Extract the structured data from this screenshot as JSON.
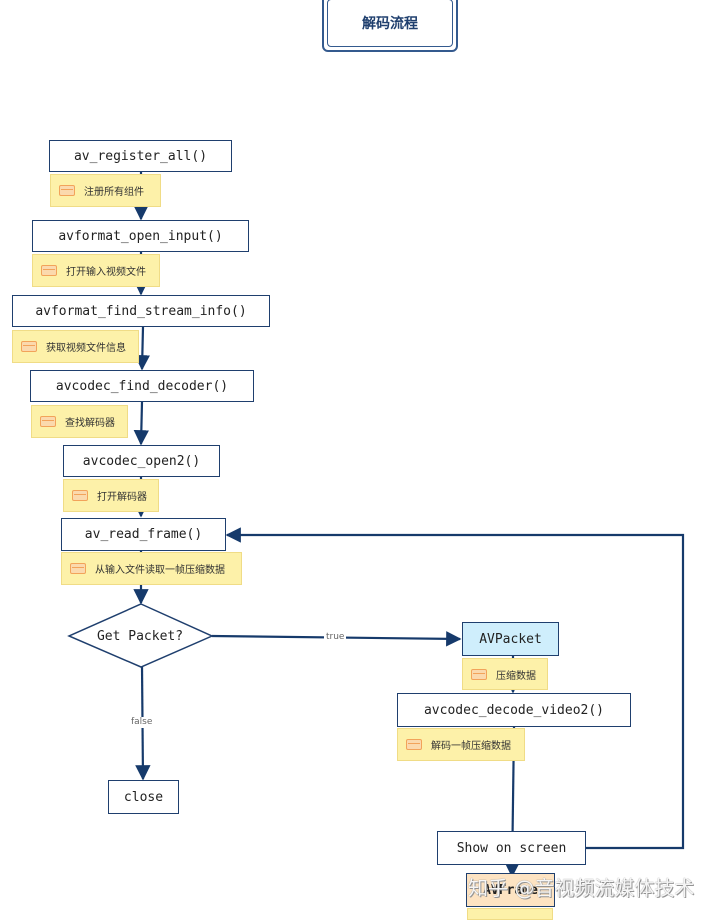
{
  "title": "解码流程",
  "steps": {
    "register": {
      "label": "av_register_all()",
      "note": "注册所有组件"
    },
    "open_input": {
      "label": "avformat_open_input()",
      "note": "打开输入视频文件"
    },
    "find_stream_info": {
      "label": "avformat_find_stream_info()",
      "note": "获取视频文件信息"
    },
    "find_decoder": {
      "label": "avcodec_find_decoder()",
      "note": "查找解码器"
    },
    "open2": {
      "label": "avcodec_open2()",
      "note": "打开解码器"
    },
    "read_frame": {
      "label": "av_read_frame()",
      "note": "从输入文件读取一帧压缩数据"
    },
    "decision": {
      "label": "Get Packet?"
    },
    "close": {
      "label": "close"
    },
    "avpacket": {
      "label": "AVPacket",
      "note": "压缩数据"
    },
    "decode_video2": {
      "label": "avcodec_decode_video2()",
      "note": "解码一帧压缩数据"
    },
    "show": {
      "label": "Show on screen"
    },
    "avframe": {
      "label": "AVFrame"
    }
  },
  "edge_labels": {
    "true": "true",
    "false": "false"
  },
  "watermark": "知乎 @音视频流媒体技术",
  "colors": {
    "border": "#1f3f6e",
    "note_fill": "#fdf1a9",
    "packet_fill": "#cfeefc",
    "frame_fill": "#fde3c2"
  }
}
